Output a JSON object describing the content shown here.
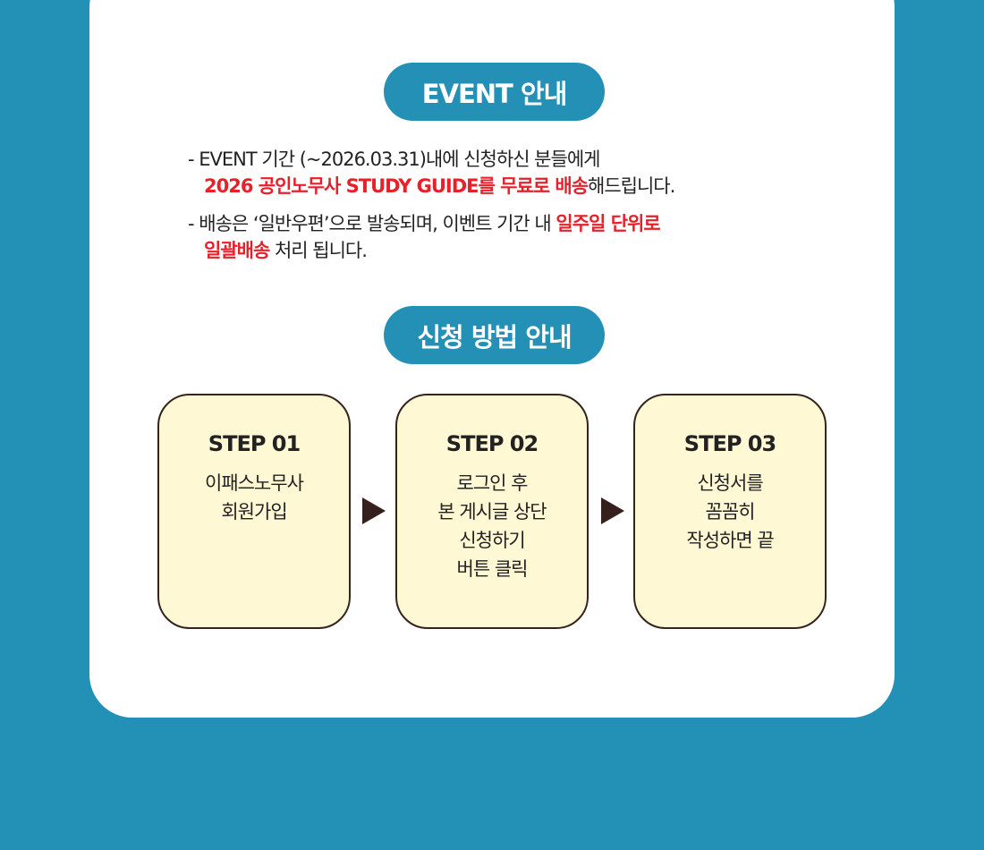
{
  "event_title": "EVENT 안내",
  "notes": [
    {
      "prefix": "- ",
      "line1": "EVENT 기간 (~2026.03.31)내에 신청하신 분들에게",
      "line2_red": "2026 공인노무사 STUDY GUIDE를 무료로 배송",
      "line2_rest": "해드립니다."
    },
    {
      "prefix": "- ",
      "line1": "배송은 ‘일반우편’으로 발송되며, 이벤트 기간 내 ",
      "line1_red": "일주일 단위로",
      "line2_red": "일괄배송",
      "line2_rest": " 처리 됩니다."
    }
  ],
  "method_title": "신청 방법 안내",
  "steps": [
    {
      "title": "STEP 01",
      "lines": [
        "이패스노무사",
        "회원가입"
      ]
    },
    {
      "title": "STEP 02",
      "lines": [
        "로그인 후",
        "본 게시글 상단",
        "신청하기",
        "버튼 클릭"
      ]
    },
    {
      "title": "STEP 03",
      "lines": [
        "신청서를",
        "꼼꼼히",
        "작성하면 끝"
      ]
    }
  ],
  "colors": {
    "background": "#2390b6",
    "accent": "#2590b6",
    "highlight": "#e8202a",
    "step_fill": "#fff8d5"
  }
}
